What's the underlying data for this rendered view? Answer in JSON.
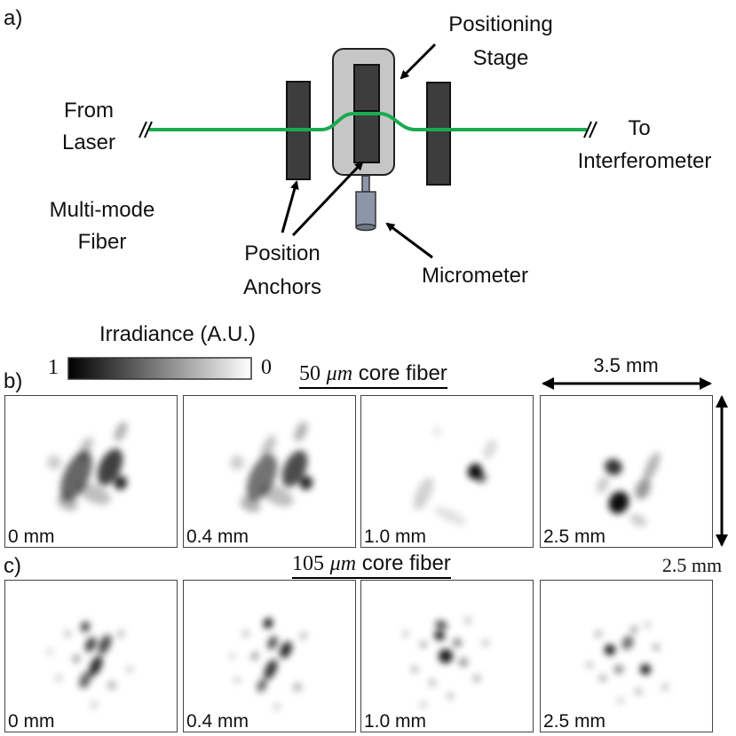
{
  "part_a": {
    "panel_letter": "a)",
    "labels": {
      "from_laser": [
        "From",
        "Laser"
      ],
      "to_interferometer": [
        "To",
        "Interferometer"
      ],
      "multimode_fiber": [
        "Multi-mode",
        "Fiber"
      ],
      "positioning_stage": [
        "Positioning",
        "Stage"
      ],
      "position_anchors": [
        "Position",
        "Anchors"
      ],
      "micrometer": "Micrometer"
    },
    "colors": {
      "fiber": "#1aaa50",
      "block": "#3d3d3d",
      "stage": "#c6c6c6",
      "micrometer": "#8c96a8"
    }
  },
  "colorbar": {
    "title": "Irradiance (A.U.)",
    "max_label": "1",
    "min_label": "0"
  },
  "part_b": {
    "panel_letter": "b)",
    "title_value": "50",
    "title_unit": "μm",
    "title_rest": "core fiber",
    "width_label": "3.5 mm",
    "height_label": "2.5 mm",
    "panels": [
      {
        "label": "0 mm",
        "blobs": [
          [
            90,
            60,
            6,
            15,
            0.25
          ],
          [
            80,
            90,
            14,
            30,
            0.6
          ],
          [
            118,
            80,
            12,
            22,
            0.75
          ],
          [
            130,
            98,
            7,
            8,
            0.85
          ],
          [
            70,
            120,
            12,
            8,
            0.3
          ],
          [
            55,
            75,
            8,
            8,
            0.2
          ],
          [
            100,
            110,
            20,
            10,
            0.25
          ],
          [
            130,
            40,
            6,
            12,
            0.3
          ]
        ]
      },
      {
        "label": "0.4 mm",
        "blobs": [
          [
            95,
            58,
            6,
            15,
            0.25
          ],
          [
            88,
            92,
            14,
            28,
            0.55
          ],
          [
            125,
            82,
            12,
            22,
            0.7
          ],
          [
            138,
            98,
            7,
            8,
            0.85
          ],
          [
            75,
            122,
            12,
            8,
            0.3
          ],
          [
            60,
            75,
            8,
            8,
            0.2
          ],
          [
            105,
            112,
            20,
            10,
            0.25
          ],
          [
            132,
            40,
            6,
            12,
            0.3
          ]
        ]
      },
      {
        "label": "1.0 mm",
        "blobs": [
          [
            128,
            85,
            8,
            9,
            0.95
          ],
          [
            135,
            92,
            6,
            6,
            0.6
          ],
          [
            70,
            110,
            8,
            20,
            0.18
          ],
          [
            100,
            135,
            20,
            6,
            0.12
          ],
          [
            145,
            60,
            6,
            12,
            0.15
          ],
          [
            85,
            40,
            5,
            5,
            0.1
          ]
        ]
      },
      {
        "label": "2.5 mm",
        "blobs": [
          [
            82,
            80,
            10,
            9,
            0.8
          ],
          [
            88,
            120,
            11,
            13,
            0.95
          ],
          [
            115,
            105,
            8,
            12,
            0.4
          ],
          [
            125,
            80,
            6,
            18,
            0.3
          ],
          [
            110,
            140,
            10,
            6,
            0.2
          ],
          [
            70,
            100,
            6,
            10,
            0.2
          ]
        ]
      }
    ]
  },
  "part_c": {
    "panel_letter": "c)",
    "title_value": "105",
    "title_unit": "μm",
    "title_rest": "core fiber",
    "panels": [
      {
        "label": "0 mm",
        "blobs": [
          [
            90,
            52,
            5,
            6,
            0.75
          ],
          [
            96,
            72,
            5,
            9,
            0.8
          ],
          [
            112,
            72,
            6,
            12,
            0.7
          ],
          [
            102,
            96,
            6,
            12,
            0.85
          ],
          [
            90,
            112,
            6,
            10,
            0.6
          ],
          [
            80,
            88,
            4,
            5,
            0.4
          ],
          [
            120,
            118,
            5,
            5,
            0.3
          ],
          [
            70,
            60,
            4,
            4,
            0.25
          ],
          [
            60,
            110,
            4,
            4,
            0.2
          ],
          [
            130,
            60,
            4,
            5,
            0.25
          ],
          [
            100,
            140,
            4,
            4,
            0.2
          ],
          [
            50,
            80,
            4,
            4,
            0.15
          ],
          [
            140,
            100,
            4,
            4,
            0.2
          ]
        ]
      },
      {
        "label": "0.4 mm",
        "blobs": [
          [
            95,
            48,
            5,
            6,
            0.95
          ],
          [
            100,
            70,
            5,
            8,
            0.7
          ],
          [
            115,
            78,
            6,
            10,
            0.85
          ],
          [
            98,
            100,
            6,
            12,
            0.8
          ],
          [
            88,
            118,
            5,
            8,
            0.6
          ],
          [
            80,
            85,
            4,
            5,
            0.4
          ],
          [
            128,
            120,
            5,
            5,
            0.3
          ],
          [
            70,
            60,
            4,
            4,
            0.25
          ],
          [
            60,
            112,
            4,
            4,
            0.2
          ],
          [
            135,
            62,
            4,
            5,
            0.25
          ],
          [
            105,
            142,
            4,
            4,
            0.2
          ],
          [
            55,
            85,
            4,
            4,
            0.15
          ]
        ]
      },
      {
        "label": "1.0 mm",
        "blobs": [
          [
            90,
            50,
            7,
            5,
            0.7
          ],
          [
            88,
            62,
            6,
            5,
            0.95
          ],
          [
            95,
            85,
            8,
            8,
            0.9
          ],
          [
            108,
            70,
            5,
            5,
            0.5
          ],
          [
            70,
            72,
            4,
            4,
            0.35
          ],
          [
            115,
            92,
            5,
            5,
            0.45
          ],
          [
            60,
            100,
            4,
            4,
            0.3
          ],
          [
            130,
            110,
            4,
            4,
            0.35
          ],
          [
            80,
            115,
            4,
            4,
            0.3
          ],
          [
            100,
            130,
            4,
            4,
            0.25
          ],
          [
            140,
            70,
            4,
            4,
            0.25
          ],
          [
            50,
            60,
            4,
            4,
            0.2
          ],
          [
            120,
            45,
            4,
            4,
            0.25
          ],
          [
            70,
            140,
            4,
            4,
            0.2
          ]
        ]
      },
      {
        "label": "2.5 mm",
        "blobs": [
          [
            78,
            78,
            6,
            6,
            0.95
          ],
          [
            98,
            70,
            6,
            8,
            0.6
          ],
          [
            118,
            100,
            6,
            6,
            0.9
          ],
          [
            88,
            100,
            5,
            5,
            0.5
          ],
          [
            105,
            55,
            4,
            4,
            0.4
          ],
          [
            65,
            60,
            4,
            4,
            0.3
          ],
          [
            70,
            110,
            4,
            4,
            0.35
          ],
          [
            110,
            125,
            4,
            4,
            0.3
          ],
          [
            130,
            75,
            4,
            4,
            0.35
          ],
          [
            55,
            95,
            4,
            4,
            0.25
          ],
          [
            90,
            135,
            4,
            4,
            0.2
          ],
          [
            140,
            120,
            4,
            4,
            0.25
          ],
          [
            120,
            50,
            4,
            4,
            0.2
          ]
        ]
      }
    ]
  }
}
